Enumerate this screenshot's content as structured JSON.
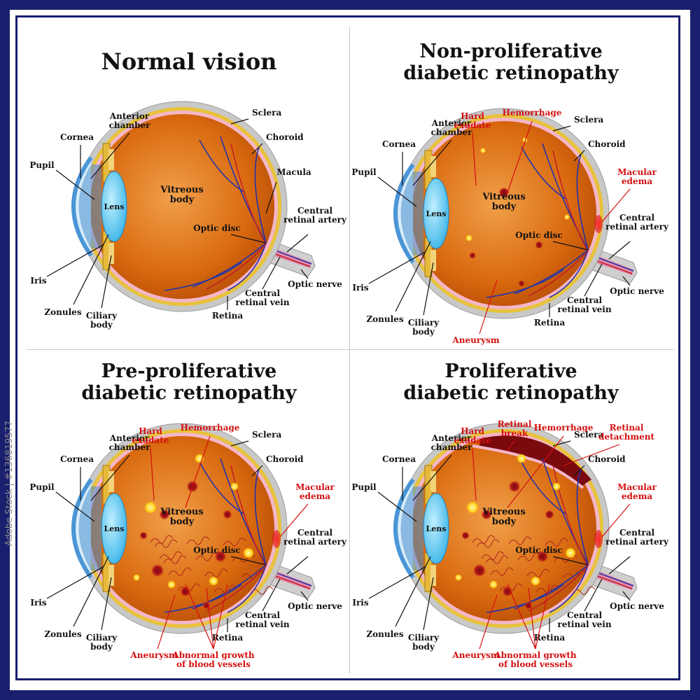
{
  "watermark": "Adobe Stock | #136819577",
  "panels": [
    {
      "id": "normal",
      "title_lines": [
        "Normal vision"
      ],
      "labels": {
        "anterior_chamber": [
          "Anterior",
          "chamber"
        ],
        "cornea": "Cornea",
        "pupil": "Pupil",
        "iris": "Iris",
        "zonules": "Zonules",
        "ciliary_body": [
          "Ciliary",
          "body"
        ],
        "lens": "Lens",
        "vitreous_body": [
          "Vitreous",
          "body"
        ],
        "sclera": "Sclera",
        "choroid": "Choroid",
        "macula": "Macula",
        "optic_disc": "Optic disc",
        "central_retinal_artery": [
          "Central",
          "retinal artery"
        ],
        "optic_nerve": "Optic nerve",
        "central_retinal_vein": [
          "Central",
          "retinal vein"
        ],
        "retina": "Retina"
      }
    },
    {
      "id": "non-proliferative",
      "title_lines": [
        "Non-proliferative",
        "diabetic retinopathy"
      ],
      "labels": {
        "anterior_chamber": [
          "Anterior",
          "chamber"
        ],
        "cornea": "Cornea",
        "pupil": "Pupil",
        "iris": "Iris",
        "zonules": "Zonules",
        "ciliary_body": [
          "Ciliary",
          "body"
        ],
        "lens": "Lens",
        "vitreous_body": [
          "Vitreous",
          "body"
        ],
        "sclera": "Sclera",
        "choroid": "Choroid",
        "optic_disc": "Optic disc",
        "central_retinal_artery": [
          "Central",
          "retinal artery"
        ],
        "optic_nerve": "Optic nerve",
        "central_retinal_vein": [
          "Central",
          "retinal vein"
        ],
        "retina": "Retina"
      },
      "red_labels": {
        "hard_exudate": [
          "Hard",
          "exudate"
        ],
        "hemorrhage": "Hemorrhage",
        "macular_edema": [
          "Macular",
          "edema"
        ],
        "aneurysm": "Aneurysm"
      }
    },
    {
      "id": "pre-proliferative",
      "title_lines": [
        "Pre-proliferative",
        "diabetic retinopathy"
      ],
      "labels": {
        "anterior_chamber": [
          "Anterior",
          "chamber"
        ],
        "cornea": "Cornea",
        "pupil": "Pupil",
        "iris": "Iris",
        "zonules": "Zonules",
        "ciliary_body": [
          "Ciliary",
          "body"
        ],
        "lens": "Lens",
        "vitreous_body": [
          "Vitreous",
          "body"
        ],
        "sclera": "Sclera",
        "choroid": "Choroid",
        "optic_disc": "Optic disc",
        "central_retinal_artery": [
          "Central",
          "retinal artery"
        ],
        "optic_nerve": "Optic nerve",
        "central_retinal_vein": [
          "Central",
          "retinal vein"
        ],
        "retina": "Retina"
      },
      "red_labels": {
        "hard_exudate": [
          "Hard",
          "exudate"
        ],
        "hemorrhage": "Hemorrhage",
        "macular_edema": [
          "Macular",
          "edema"
        ],
        "aneurysm": "Aneurysm",
        "abnormal_growth": [
          "Abnormal growth",
          "of blood vessels"
        ]
      }
    },
    {
      "id": "proliferative",
      "title_lines": [
        "Proliferative",
        "diabetic retinopathy"
      ],
      "labels": {
        "anterior_chamber": [
          "Anterior",
          "chamber"
        ],
        "cornea": "Cornea",
        "pupil": "Pupil",
        "iris": "Iris",
        "zonules": "Zonules",
        "ciliary_body": [
          "Ciliary",
          "body"
        ],
        "lens": "Lens",
        "vitreous_body": [
          "Vitreous",
          "body"
        ],
        "sclera": "Sclera",
        "choroid": "Choroid",
        "optic_disc": "Optic disc",
        "central_retinal_artery": [
          "Central",
          "retinal artery"
        ],
        "optic_nerve": "Optic nerve",
        "central_retinal_vein": [
          "Central",
          "retinal vein"
        ],
        "retina": "Retina"
      },
      "red_labels": {
        "hard_exudate": [
          "Hard",
          "exudate"
        ],
        "retinal_break": [
          "Retinal",
          "break"
        ],
        "hemorrhage": "Hemorrhage",
        "retinal_detachment": [
          "Retinal",
          "detachment"
        ],
        "macular_edema": [
          "Macular",
          "edema"
        ],
        "aneurysm": "Aneurysm",
        "abnormal_growth": [
          "Abnormal growth",
          "of blood vessels"
        ]
      }
    }
  ],
  "colors": {
    "frame": "#1a1f6e",
    "label_black": "#111111",
    "label_red": "#d40f0f",
    "vitreous": "#d9690f",
    "vitreous_light": "#f0a04a",
    "choroid": "#e8c23a",
    "retina": "#f4b6c8",
    "sclera": "#c8c8c8",
    "lens": "#5ec8ef",
    "cornea": "#4a95d6",
    "vessel": "#2233aa",
    "hemorrhage": "#b3151a",
    "exudate": "#ffe23a"
  }
}
